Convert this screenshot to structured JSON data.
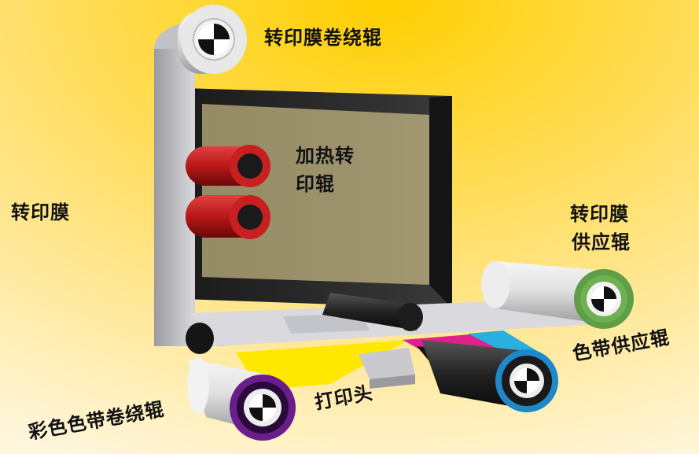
{
  "labels": {
    "takeup_roller": "转印膜卷绕辊",
    "heated_roller_l1": "加热转",
    "heated_roller_l2": "印辊",
    "transfer_film": "转印膜",
    "film_supply_l1": "转印膜",
    "film_supply_l2": "供应辊",
    "ribbon_supply": "色带供应辊",
    "print_head": "打印头",
    "ribbon_takeup": "彩色色带卷绕辊"
  },
  "colors": {
    "bg_top": "#FFD000",
    "bg_bottom": "#FFF6DC",
    "frame": "#2A2A2A",
    "film": "#CFCFD3",
    "heated_roller": "#B81818",
    "takeup_ring": "#E8E8E8",
    "supply_ring": "#5E9E46",
    "ribbon_supply_ring": "#1E88C8",
    "ribbon_takeup_ring": "#6A1E8C",
    "ribbon_yellow": "#FFE800",
    "ribbon_magenta": "#E0208C",
    "ribbon_cyan": "#2AB0E0"
  },
  "icons": [
    "target-icon"
  ]
}
